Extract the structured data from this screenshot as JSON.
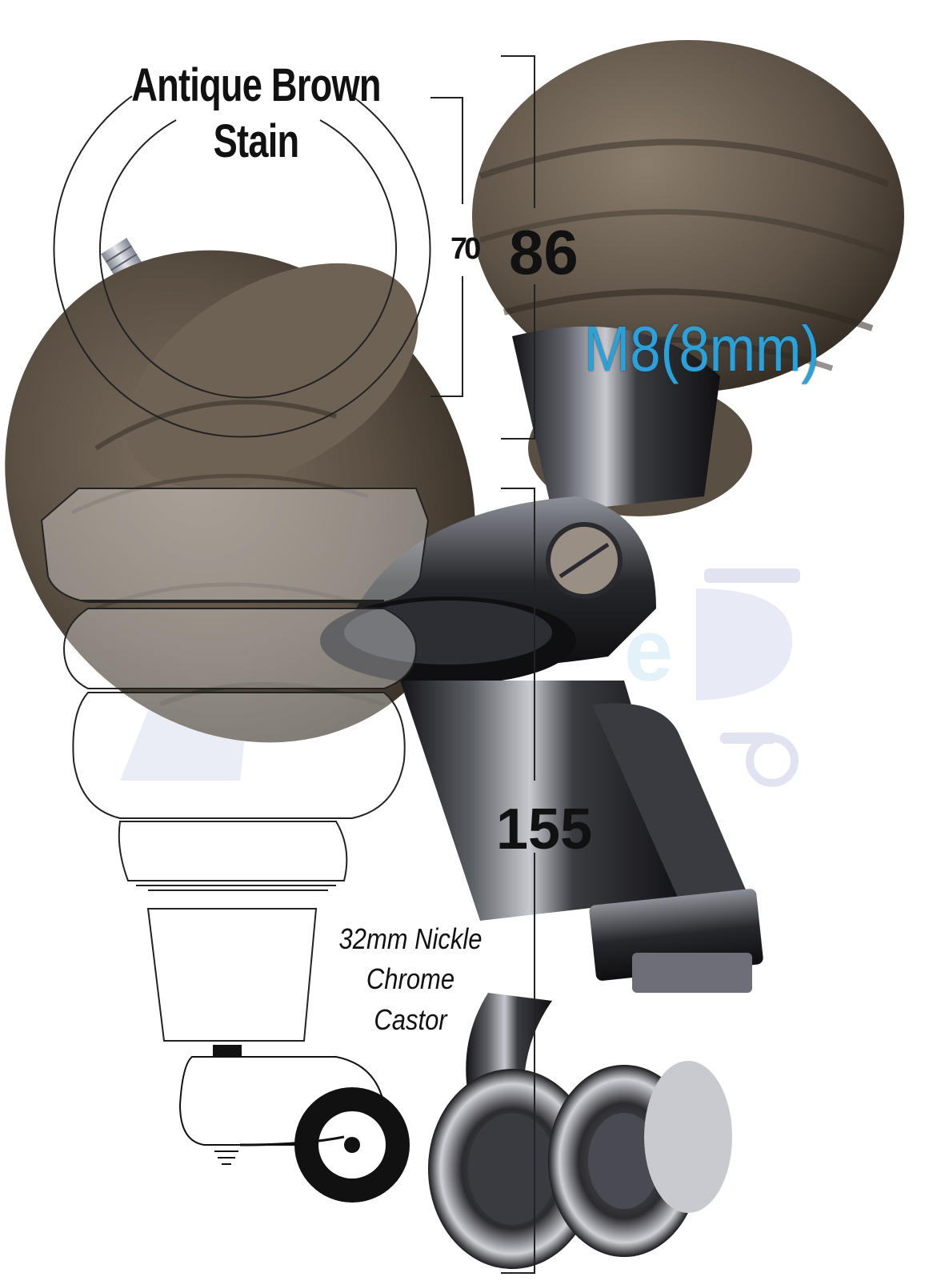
{
  "labels": {
    "stain": "Antique Brown Stain",
    "top_diameter": "70",
    "top_diameter_big": "86",
    "thread": "M8(8mm)",
    "height": "155",
    "castor": "32mm Nickle Chrome Castor"
  },
  "colors": {
    "wood_dark": "#4a4238",
    "wood_mid": "#6b5e50",
    "chrome_dark": "#1b1b1f",
    "chrome_light": "#b8b8c0",
    "thread_text": "#2ea0d6",
    "watermark": "#c9cde6"
  }
}
